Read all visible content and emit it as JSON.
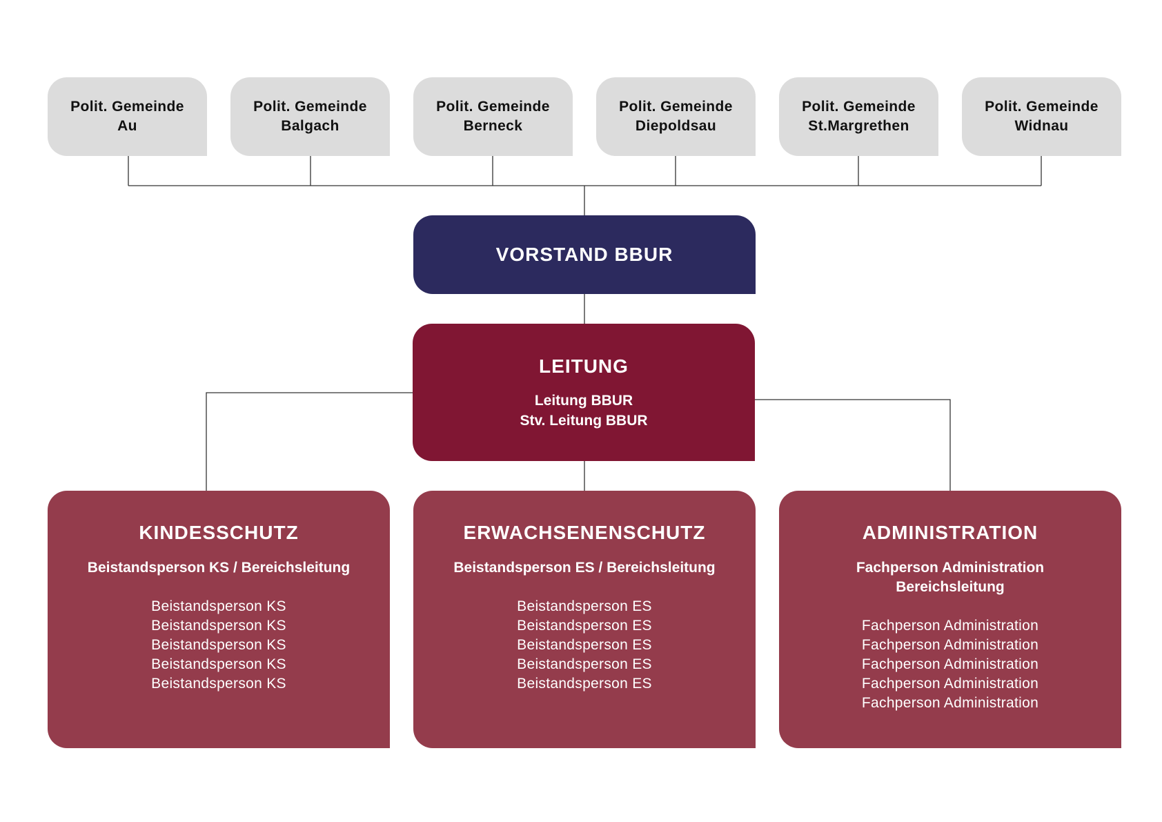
{
  "gemeinden": [
    {
      "line1": "Polit. Gemeinde",
      "line2": "Au"
    },
    {
      "line1": "Polit. Gemeinde",
      "line2": "Balgach"
    },
    {
      "line1": "Polit. Gemeinde",
      "line2": "Berneck"
    },
    {
      "line1": "Polit. Gemeinde",
      "line2": "Diepoldsau"
    },
    {
      "line1": "Polit. Gemeinde",
      "line2": "St.Margrethen"
    },
    {
      "line1": "Polit. Gemeinde",
      "line2": "Widnau"
    }
  ],
  "vorstand": {
    "title": "VORSTAND BBUR"
  },
  "leitung": {
    "title": "LEITUNG",
    "members": [
      "Leitung BBUR",
      "Stv. Leitung BBUR"
    ]
  },
  "departments": [
    {
      "title": "KINDESSCHUTZ",
      "head": [
        "Beistandsperson KS / Bereichsleitung"
      ],
      "members": [
        "Beistandsperson KS",
        "Beistandsperson KS",
        "Beistandsperson KS",
        "Beistandsperson KS",
        "Beistandsperson KS"
      ]
    },
    {
      "title": "ERWACHSENENSCHUTZ",
      "head": [
        "Beistandsperson ES / Bereichsleitung"
      ],
      "members": [
        "Beistandsperson ES",
        "Beistandsperson ES",
        "Beistandsperson ES",
        "Beistandsperson ES",
        "Beistandsperson ES"
      ]
    },
    {
      "title": "ADMINISTRATION",
      "head": [
        "Fachperson Administration",
        "Bereichsleitung"
      ],
      "members": [
        "Fachperson Administration",
        "Fachperson Administration",
        "Fachperson Administration",
        "Fachperson Administration",
        "Fachperson Administration"
      ]
    }
  ],
  "colors": {
    "gemeinde_bg": "#dcdcdc",
    "vorstand_bg": "#2c2a5e",
    "leitung_bg": "#801633",
    "department_bg": "#943c4c",
    "connector": "#333333"
  }
}
